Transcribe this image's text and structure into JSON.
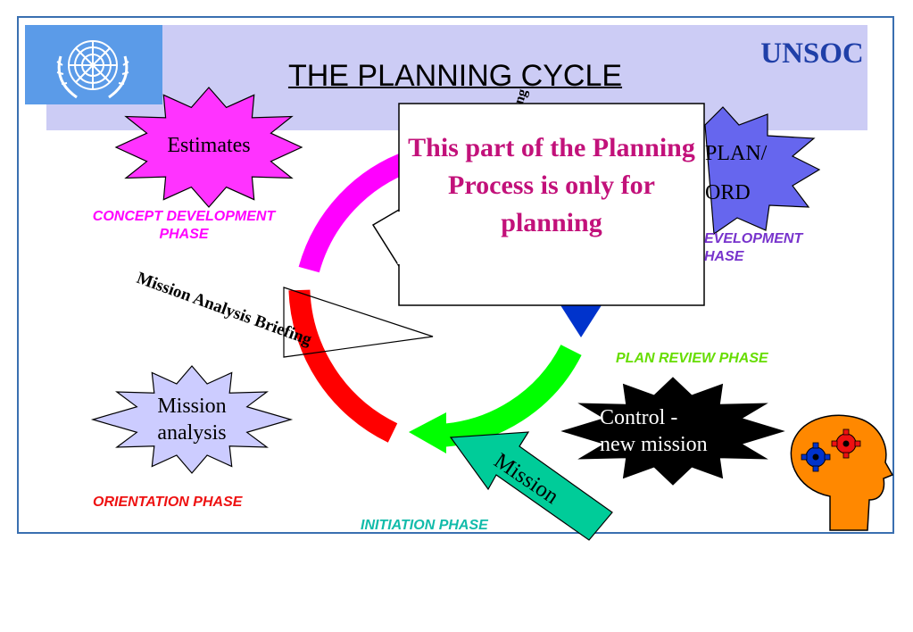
{
  "slide": {
    "title": "THE PLANNING CYCLE",
    "brand": "UNSOC"
  },
  "callout": {
    "text": "This part of the Planning Process is only for planning"
  },
  "bursts": {
    "estimates": "Estimates",
    "plan_order": "PLAN/ ORD",
    "mission_analysis_line1": "Mission",
    "mission_analysis_line2": "analysis",
    "control_line1": "Control -",
    "control_line2": "new mission"
  },
  "labels": {
    "mission_analysis_briefing": "Mission Analysis Briefing",
    "mission_arrow": "Mission",
    "partial_vertical": "ing"
  },
  "phases": {
    "concept_line1": "CONCEPT DEVELOPMENT",
    "concept_line2": "PHASE",
    "plan_dev_line1": "EVELOPMENT",
    "plan_dev_line2": "HASE",
    "plan_review": "PLAN REVIEW PHASE",
    "orientation": "ORIENTATION PHASE",
    "initiation": "INITIATION PHASE"
  },
  "colors": {
    "header_band": "#ccccf5",
    "logo_bg": "#5b9be8",
    "brand": "#1f3fa8",
    "estimates_burst": "#ff33ff",
    "plan_burst": "#6666ee",
    "mission_analysis_burst": "#ccccff",
    "control_burst": "#000000",
    "cycle_magenta": "#ff00ff",
    "cycle_red": "#ff0000",
    "cycle_green": "#00ff00",
    "cycle_blue": "#0033cc",
    "mission_arrow": "#00cc99",
    "callout_text": "#c2117a",
    "concept_phase": "#ff00ff",
    "plan_dev_phase": "#7733cc",
    "plan_review_phase": "#66dd00",
    "orientation_phase": "#ee1111",
    "initiation_phase": "#11bbaa",
    "head": "#ff8800"
  },
  "icons": [
    "un-logo-icon",
    "head-gears-icon"
  ]
}
